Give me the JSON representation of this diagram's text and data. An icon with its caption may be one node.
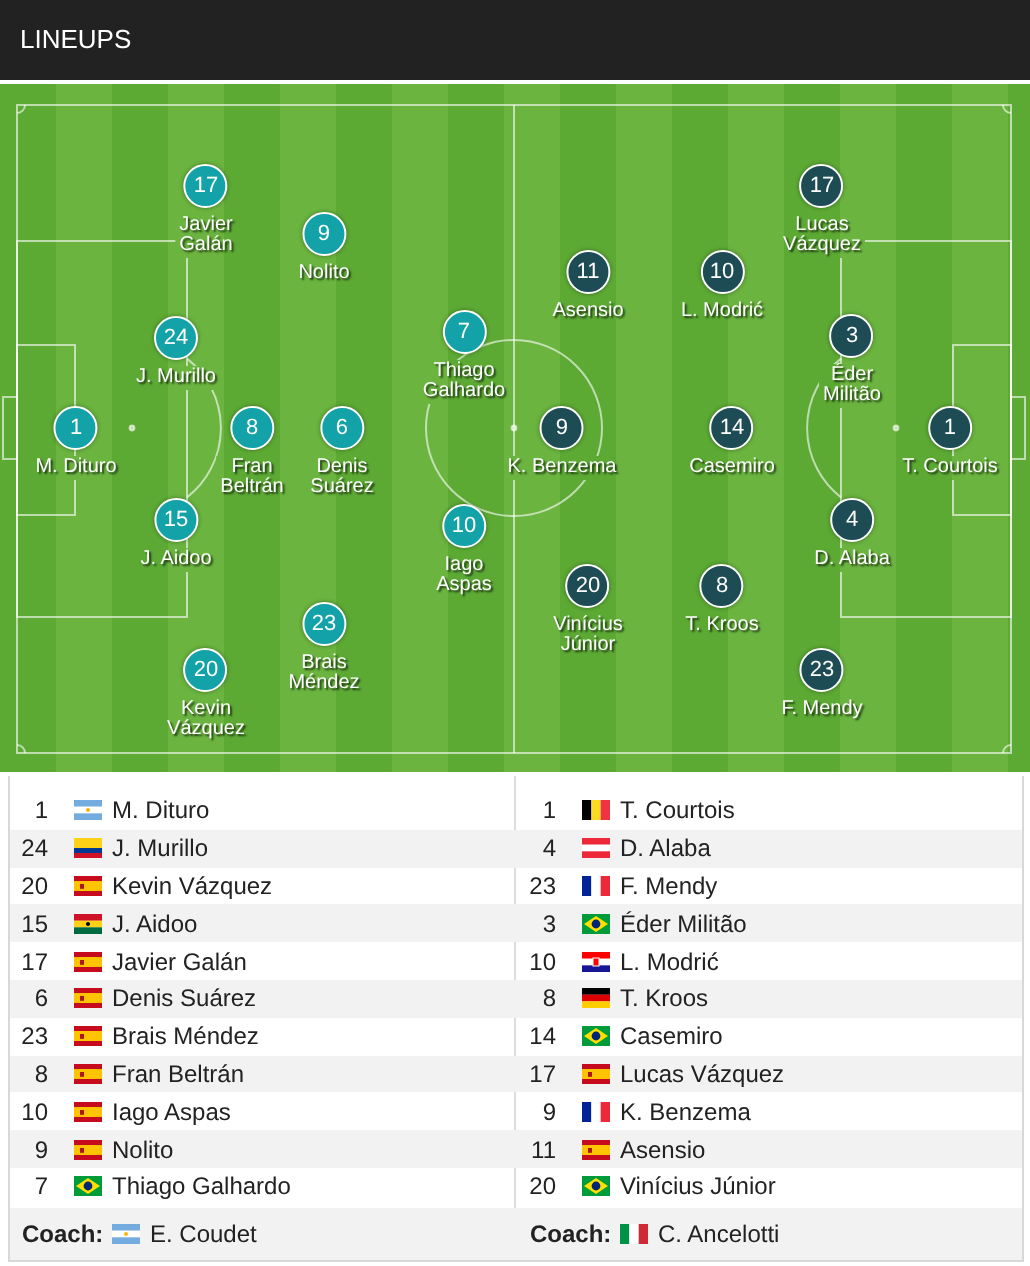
{
  "diagram": {
    "title": "LINEUPS",
    "nodes": [
      {
        "text": [
          "1"
        ],
        "beside": [
          "M. Dituro"
        ]
      },
      {
        "text": [
          "17"
        ],
        "beside": [
          "Javier Galán"
        ]
      },
      {
        "text": [
          "24"
        ],
        "beside": [
          "J. Murillo"
        ]
      },
      {
        "text": [
          "15"
        ],
        "beside": [
          "J. Aidoo"
        ]
      },
      {
        "text": [
          "20"
        ],
        "beside": [
          "Kevin Vázquez"
        ]
      },
      {
        "text": [
          "8"
        ],
        "beside": [
          "Fran Beltrán"
        ]
      },
      {
        "text": [
          "9"
        ],
        "beside": [
          "Nolito"
        ]
      },
      {
        "text": [
          "6"
        ],
        "beside": [
          "Denis Suárez"
        ]
      },
      {
        "text": [
          "23"
        ],
        "beside": [
          "Brais Méndez"
        ]
      },
      {
        "text": [
          "7"
        ],
        "beside": [
          "Thiago Galhardo"
        ]
      },
      {
        "text": [
          "10"
        ],
        "beside": [
          "Iago Aspas"
        ]
      },
      {
        "text": [
          "9"
        ],
        "beside": [
          "K. Benzema"
        ]
      },
      {
        "text": [
          "11"
        ],
        "beside": [
          "Asensio"
        ]
      },
      {
        "text": [
          "20"
        ],
        "beside": [
          "Vinícius Júnior"
        ]
      },
      {
        "text": [
          "10"
        ],
        "beside": [
          "L. Modrić"
        ]
      },
      {
        "text": [
          "8"
        ],
        "beside": [
          "T. Kroos"
        ]
      },
      {
        "text": [
          "14"
        ],
        "beside": [
          "Casemiro"
        ]
      },
      {
        "text": [
          "17"
        ],
        "beside": [
          "Lucas Vázquez"
        ]
      },
      {
        "text": [
          "23"
        ],
        "beside": [
          "F. Mendy"
        ]
      },
      {
        "text": [
          "3"
        ],
        "beside": [
          "Éder Militão"
        ]
      },
      {
        "text": [
          "4"
        ],
        "beside": [
          "D. Alaba"
        ]
      },
      {
        "text": [
          "1"
        ],
        "beside": [
          "T. Courtois"
        ]
      }
    ],
    "labels": [
      "1",
      "M. Dituro",
      "1",
      "T. Courtois",
      "24",
      "J. Murillo",
      "4",
      "D. Alaba",
      "20",
      "Kevin Vázquez",
      "23",
      "F. Mendy",
      "15",
      "J. Aidoo",
      "3",
      "Éder Militão",
      "17",
      "Javier Galán",
      "10",
      "L. Modrić",
      "6",
      "Denis Suárez",
      "8",
      "T. Kroos",
      "23",
      "Brais Méndez",
      "14",
      "Casemiro",
      "8",
      "Fran Beltrán",
      "17",
      "Lucas Vázquez",
      "10",
      "Iago Aspas",
      "9",
      "K. Benzema",
      "9",
      "Nolito",
      "11",
      "Asensio",
      "7",
      "Thiago Galhardo",
      "20",
      "Vinícius Júnior",
      "Coach:",
      "E. Coudet",
      "Coach:",
      "C. Ancelotti"
    ]
  }
}
